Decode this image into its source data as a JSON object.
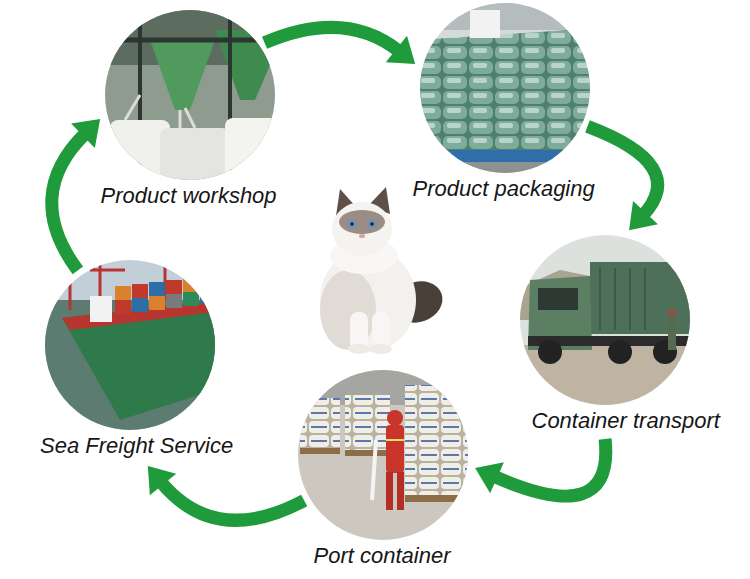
{
  "diagram": {
    "nodes": [
      {
        "text": [
          "Product workshop"
        ]
      },
      {
        "text": [
          "Product packaging"
        ]
      },
      {
        "text": [
          "Container transport"
        ]
      },
      {
        "text": [
          "Port container"
        ]
      },
      {
        "text": [
          "Sea Freight Service"
        ]
      }
    ],
    "edges": [
      {
        "from": 0,
        "to": 1,
        "arrow": "to"
      },
      {
        "from": 1,
        "to": 2,
        "arrow": "to"
      },
      {
        "from": 2,
        "to": 3,
        "arrow": "to"
      },
      {
        "from": 3,
        "to": 4,
        "arrow": "to"
      },
      {
        "from": 4,
        "to": 0,
        "arrow": "to"
      }
    ]
  }
}
